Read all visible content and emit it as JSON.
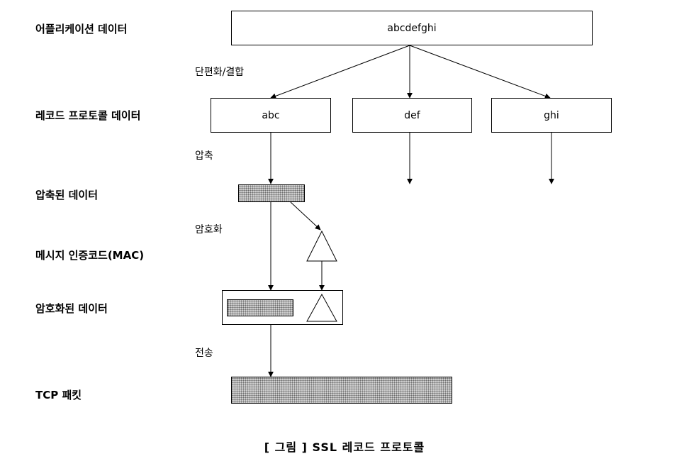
{
  "labels": {
    "app_data": "어플리케이션 데이터",
    "record_data": "레코드 프로토콜 데이터",
    "compressed_data": "압축된 데이터",
    "mac": "메시지 인증코드(MAC)",
    "encrypted_data": "암호화된 데이터",
    "tcp_packet": "TCP 패킷"
  },
  "steps": {
    "fragment": "단편화/결합",
    "compress": "압축",
    "encrypt": "암호화",
    "transmit": "전송"
  },
  "boxes": {
    "app": "abcdefghi",
    "frag1": "abc",
    "frag2": "def",
    "frag3": "ghi"
  },
  "caption": "[ 그림 ] SSL 레코드 프로토콜"
}
